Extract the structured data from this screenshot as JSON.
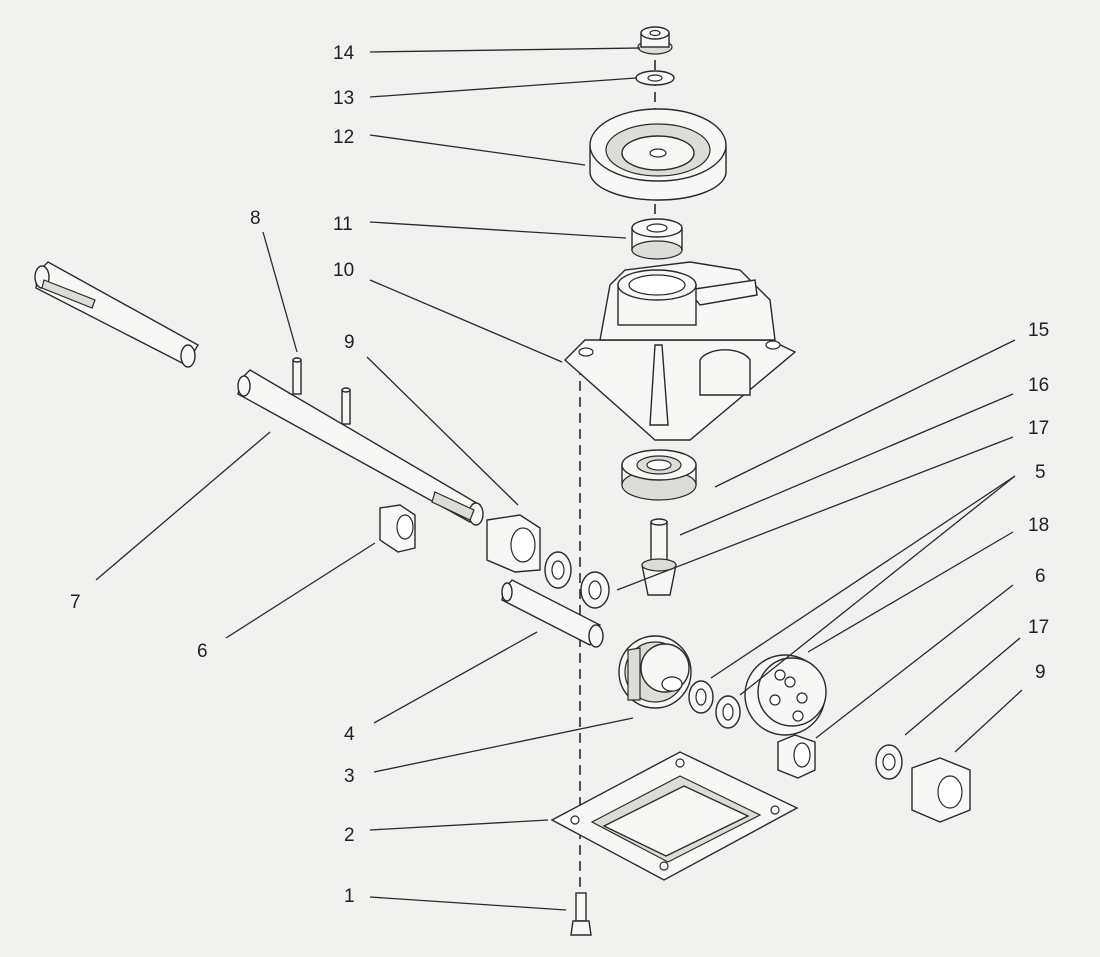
{
  "callouts": [
    {
      "id": "c14a",
      "label": "14"
    },
    {
      "id": "c13a",
      "label": "13"
    },
    {
      "id": "c12a",
      "label": "12"
    },
    {
      "id": "c11a",
      "label": "11"
    },
    {
      "id": "c10a",
      "label": "10"
    },
    {
      "id": "c8a",
      "label": "8"
    },
    {
      "id": "c9a",
      "label": "9"
    },
    {
      "id": "c7a",
      "label": "7"
    },
    {
      "id": "c6a",
      "label": "6"
    },
    {
      "id": "c4a",
      "label": "4"
    },
    {
      "id": "c3a",
      "label": "3"
    },
    {
      "id": "c2a",
      "label": "2"
    },
    {
      "id": "c1a",
      "label": "1"
    },
    {
      "id": "c15a",
      "label": "15"
    },
    {
      "id": "c16a",
      "label": "16"
    },
    {
      "id": "c17a",
      "label": "17"
    },
    {
      "id": "c5a",
      "label": "5"
    },
    {
      "id": "c18a",
      "label": "18"
    },
    {
      "id": "c6b",
      "label": "6"
    },
    {
      "id": "c17b",
      "label": "17"
    },
    {
      "id": "c9b",
      "label": "9"
    }
  ]
}
